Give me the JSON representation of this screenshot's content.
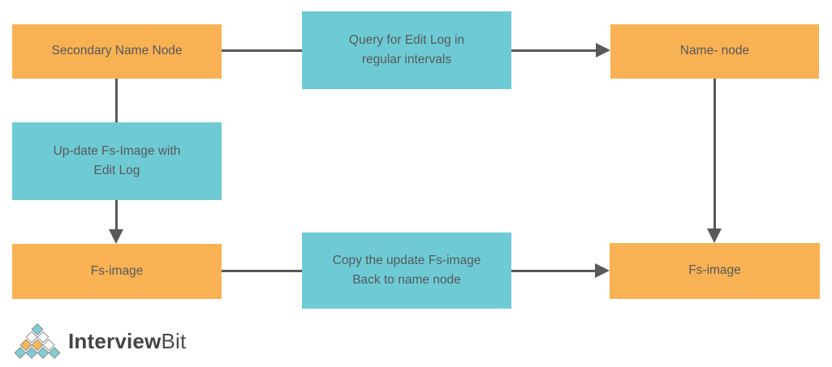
{
  "diagram": {
    "nodes": {
      "secondary_name_node": "Secondary Name Node",
      "query_edit_log": "Query for Edit Log in\nregular intervals",
      "name_node": "Name- node",
      "update_fs_image": "Up-date Fs-Image with\nEdit Log",
      "fs_image_left": "Fs-image",
      "copy_fs_image": "Copy the update Fs-image\nBack to name node",
      "fs_image_right": "Fs-image"
    },
    "colors": {
      "node_orange": "#f8b153",
      "node_teal": "#6ecbd5",
      "connector": "#595959",
      "node_text": "#56595c"
    }
  },
  "logo": {
    "brand_bold": "Interview",
    "brand_light": "Bit",
    "diamond_rows": [
      [
        "teal"
      ],
      [
        "white",
        "white"
      ],
      [
        "orange",
        "orange",
        "white"
      ],
      [
        "teal",
        "teal",
        "teal",
        "teal"
      ]
    ],
    "colors": {
      "teal": "#7fccd4",
      "orange": "#f5b759",
      "white": "#ffffff",
      "outline": "#8b8b8b",
      "text": "#434343"
    }
  }
}
